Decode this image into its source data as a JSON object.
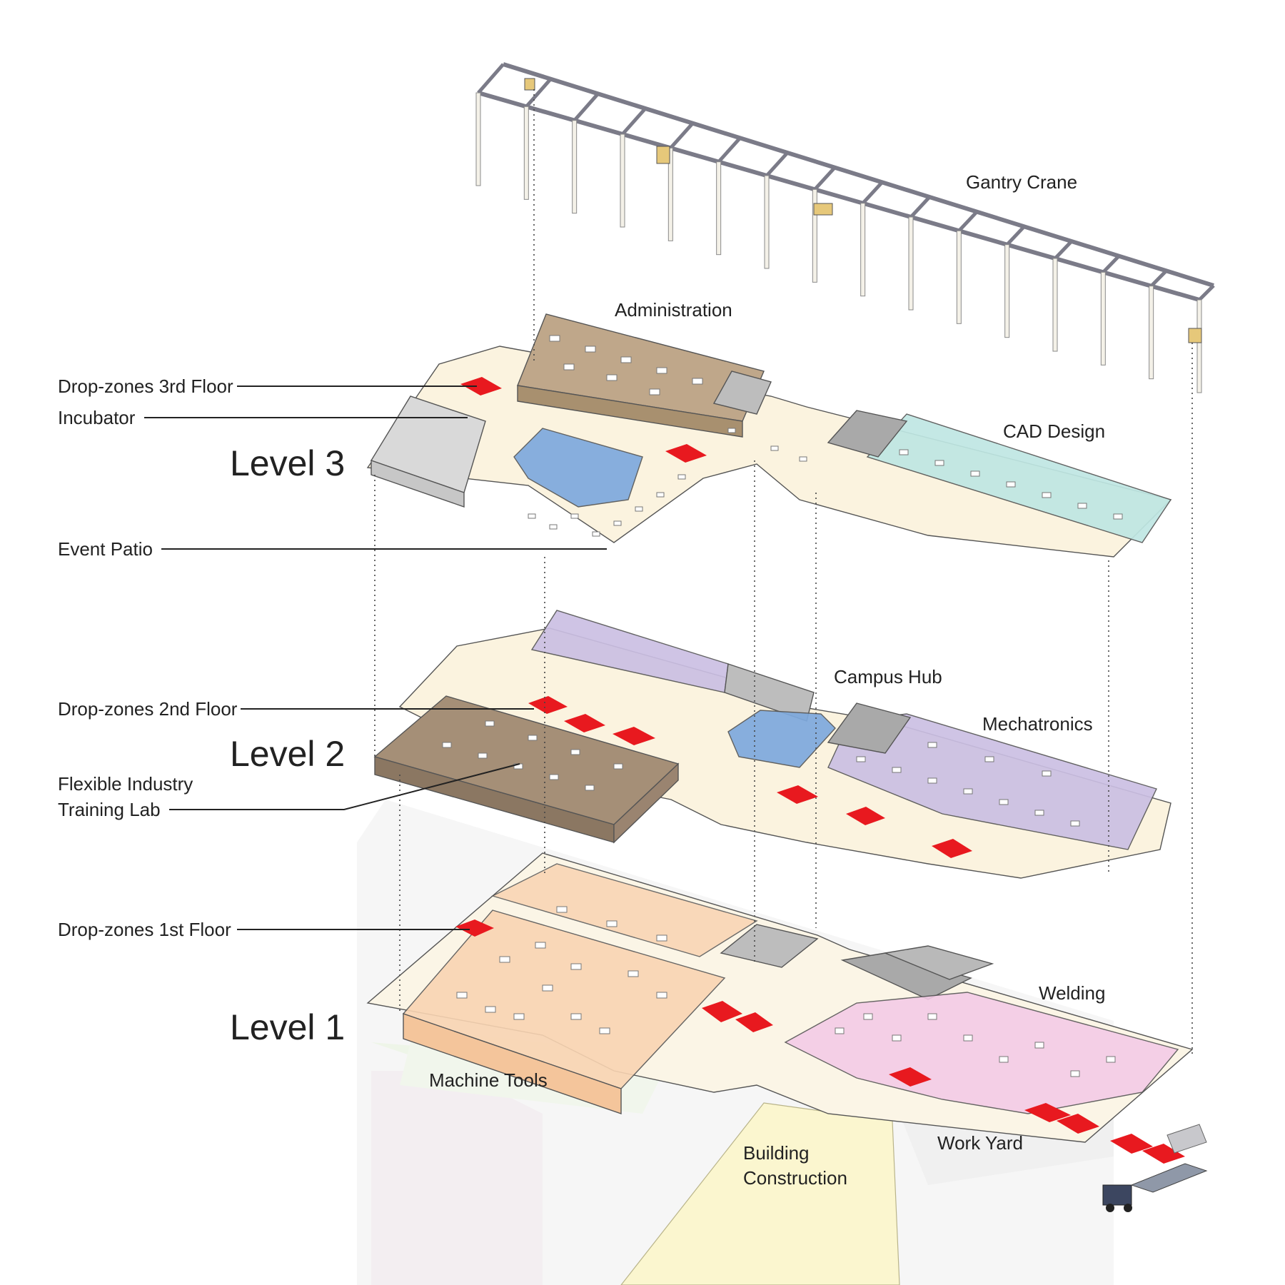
{
  "levels": {
    "level_1": "Level 1",
    "level_2": "Level 2",
    "level_3": "Level 3"
  },
  "callouts": {
    "drop_zones_3rd": "Drop-zones 3rd Floor",
    "incubator": "Incubator",
    "event_patio": "Event Patio",
    "drop_zones_2nd": "Drop-zones 2nd Floor",
    "flexible_lab_line1": "Flexible Industry",
    "flexible_lab_line2": "Training Lab",
    "drop_zones_1st": "Drop-zones 1st Floor"
  },
  "spaces": {
    "gantry_crane": "Gantry Crane",
    "administration": "Administration",
    "cad_design": "CAD Design",
    "campus_hub": "Campus Hub",
    "mechatronics": "Mechatronics",
    "welding": "Welding",
    "machine_tools": "Machine Tools",
    "work_yard": "Work Yard",
    "building_construction_line1": "Building",
    "building_construction_line2": "Construction"
  },
  "colors": {
    "drop_zone": "#e8191f",
    "administration": "#bfa78a",
    "incubator": "#d9d9d9",
    "event_patio": "#fbf3df",
    "blue_zone": "#7ea9dd",
    "cad_design": "#bfe7e3",
    "mechatronics": "#cbbfe3",
    "flex_lab": "#a58f77",
    "machine_tools": "#f9d4b2",
    "welding": "#f4cbe6",
    "building_construction": "#fbf6cf",
    "gantry_beam": "#7b7b88",
    "gantry_hoist": "#e6c87a"
  }
}
